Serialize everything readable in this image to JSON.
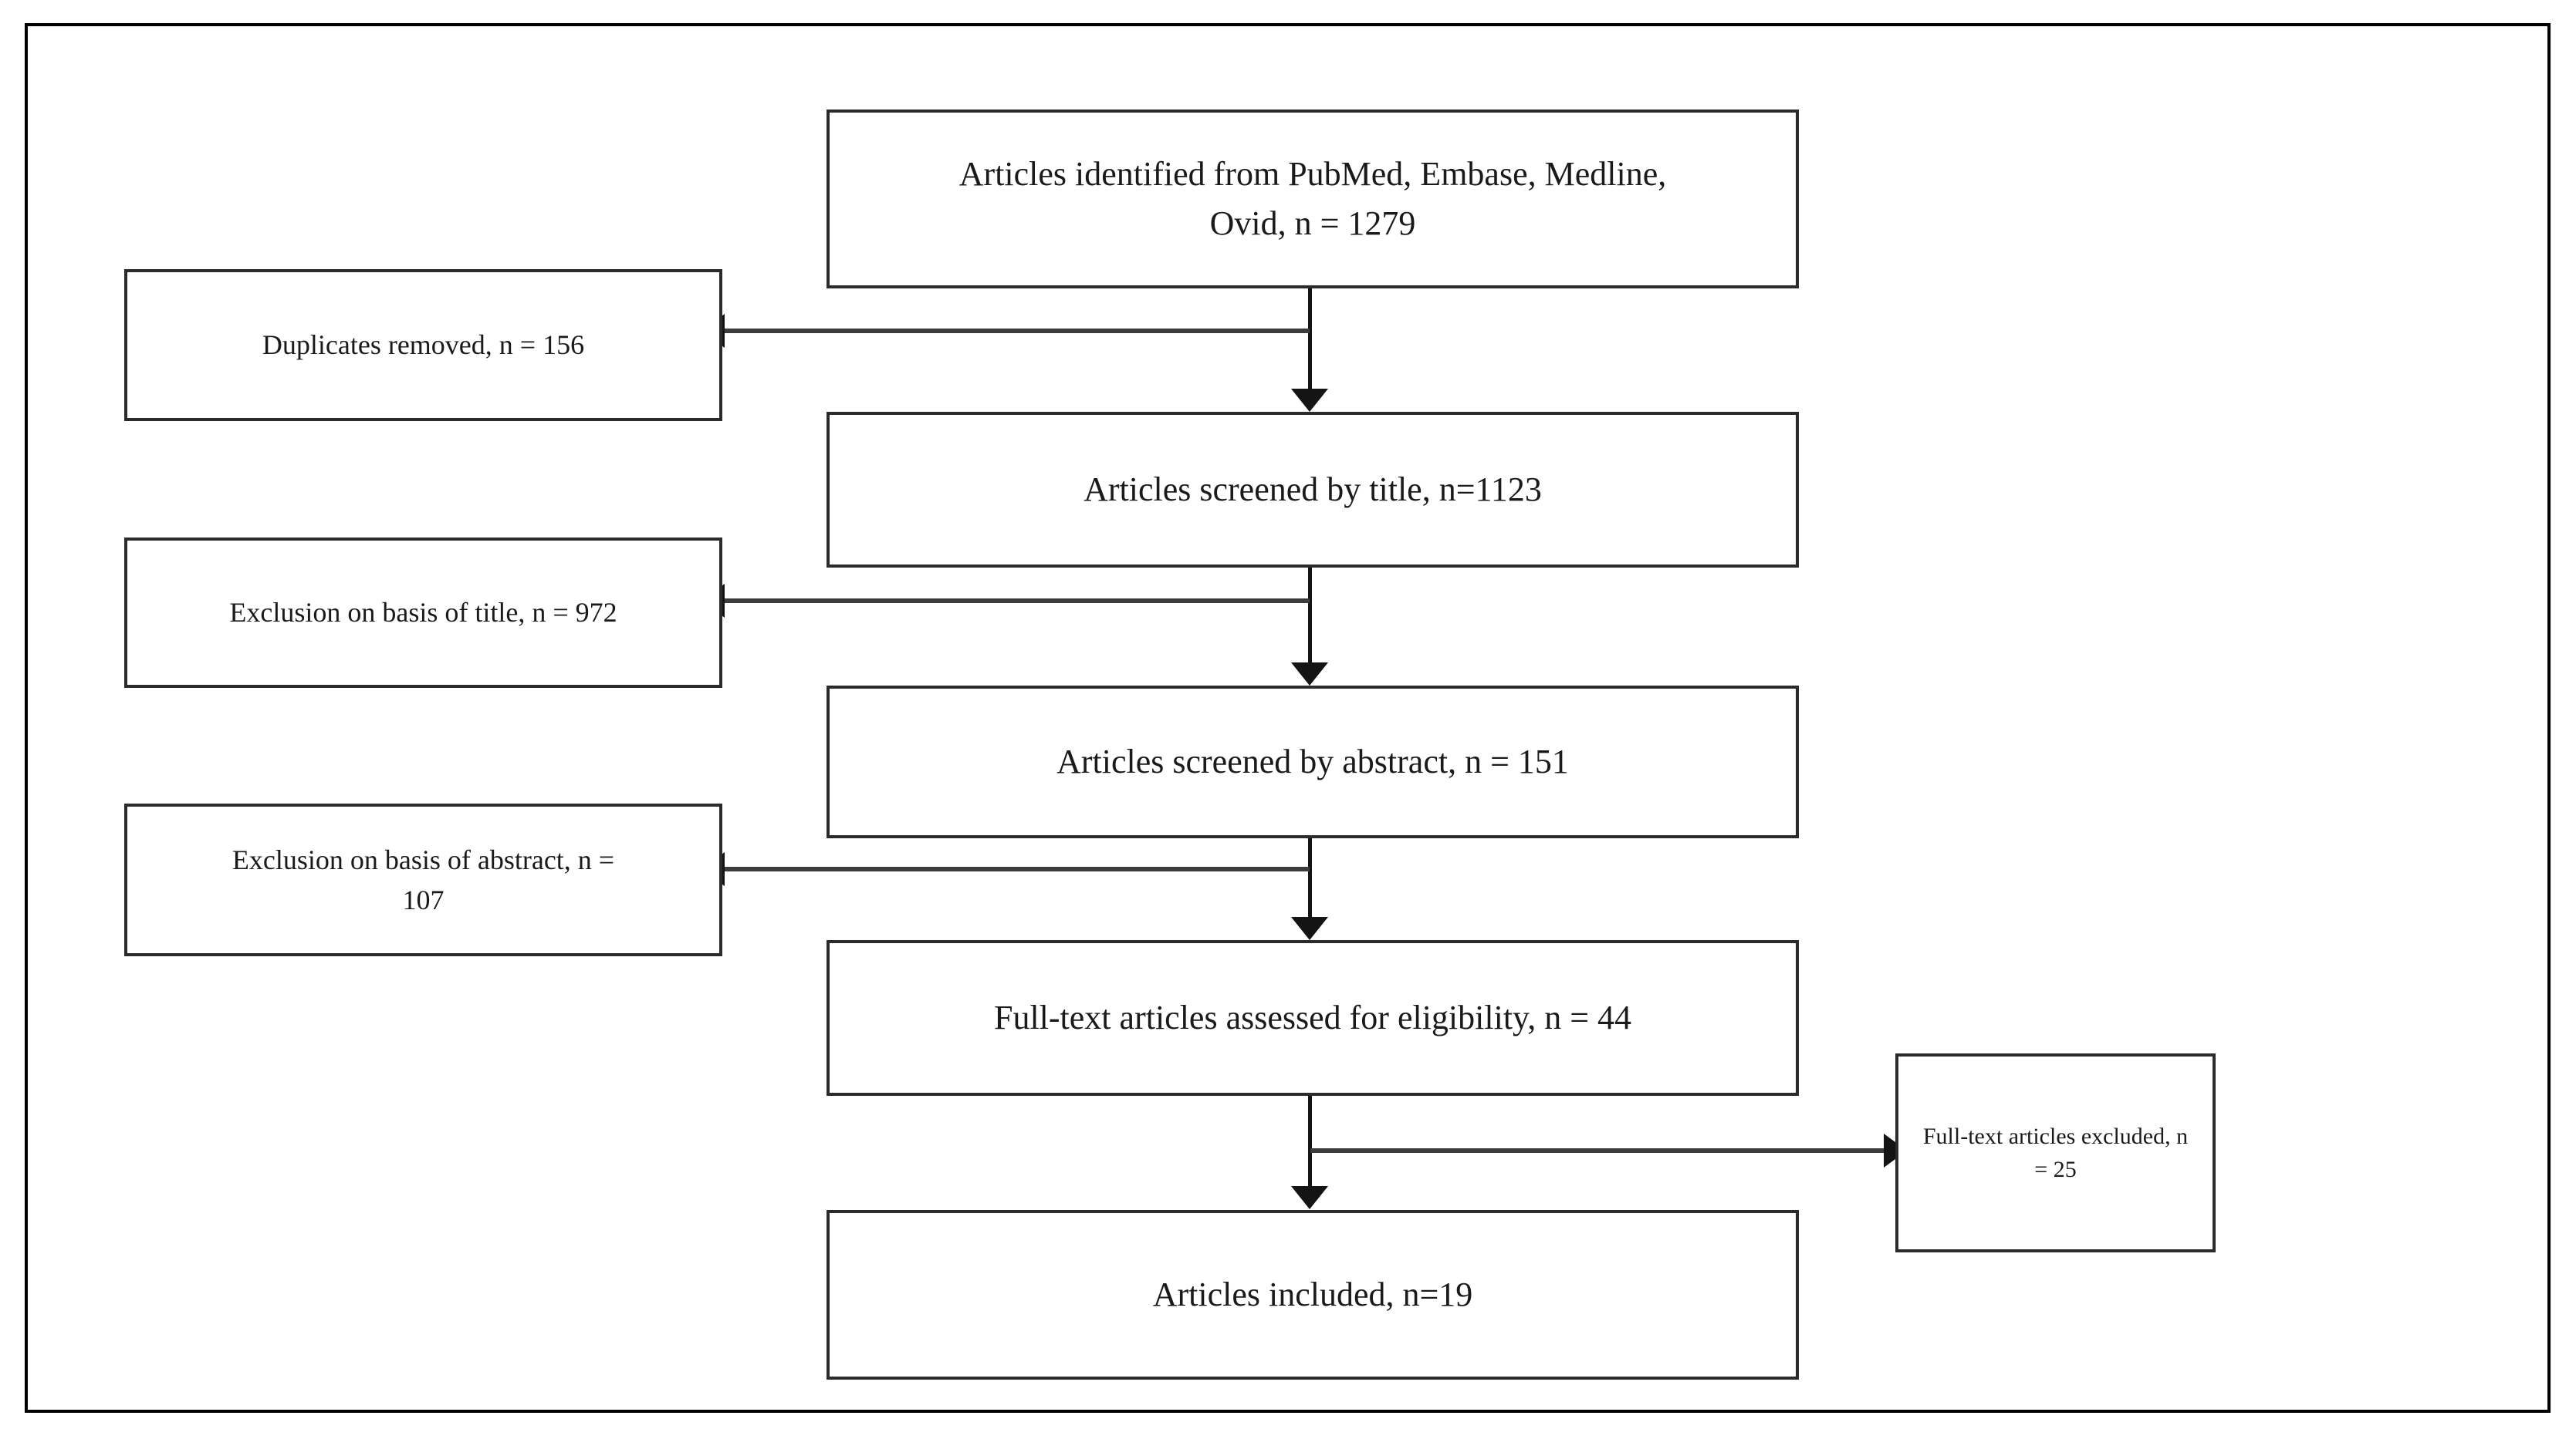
{
  "figure": {
    "type": "prisma-flow-diagram",
    "boxes": {
      "identified": "Articles identified from PubMed, Embase, Medline,\nOvid, n = 1279",
      "duplicates_removed": "Duplicates removed, n = 156",
      "screened_by_title": "Articles screened by title, n=1123",
      "excluded_by_title": "Exclusion on basis of title, n = 972",
      "screened_by_abstract": "Articles screened by abstract, n = 151",
      "excluded_by_abstract": "Exclusion on basis of abstract, n =\n107",
      "fulltext_assessed": "Full-text articles assessed for eligibility, n = 44",
      "fulltext_excluded": "Full-text articles excluded, n = 25",
      "included": "Articles included, n=19"
    },
    "counts": {
      "identified": 1279,
      "duplicates_removed": 156,
      "screened_by_title": 1123,
      "excluded_by_title": 972,
      "screened_by_abstract": 151,
      "excluded_by_abstract": 107,
      "fulltext_assessed": 44,
      "fulltext_excluded": 25,
      "included": 19
    },
    "colors": {
      "box_border": "#2b2b2b",
      "frame_border": "#000000",
      "connector": "#141414",
      "background": "#ffffff",
      "text": "#1a1a1a"
    }
  }
}
